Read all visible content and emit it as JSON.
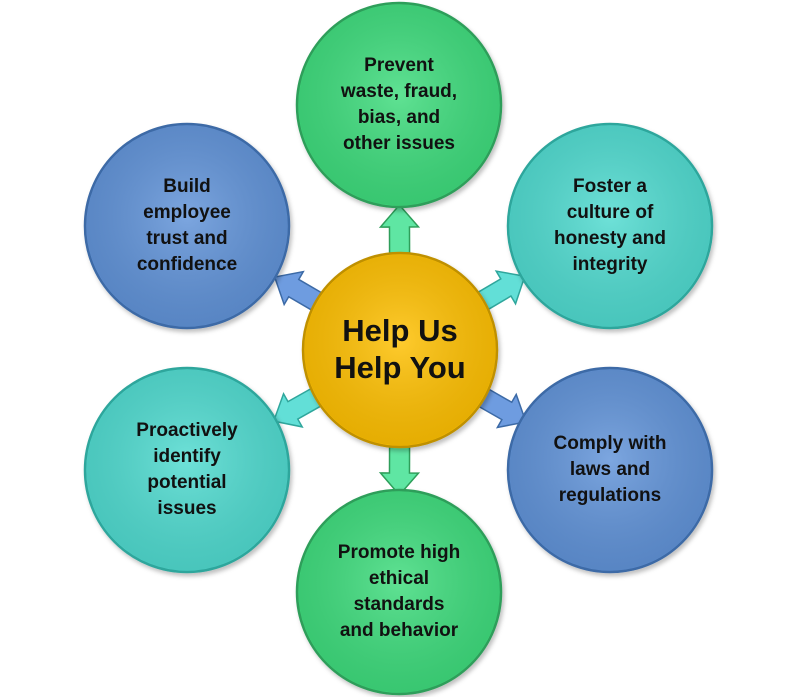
{
  "center": {
    "lines": [
      "Help Us",
      "Help You"
    ],
    "fill": "#FFC000",
    "stroke": "#BF9000"
  },
  "nodes": [
    {
      "id": "prevent",
      "lines": [
        "Prevent",
        "waste, fraud,",
        "bias, and",
        "other issues"
      ],
      "fill": "#3DDC7B",
      "stroke": "#2E9E5A",
      "arrow_color": "#5FE6A3"
    },
    {
      "id": "foster",
      "lines": [
        "Foster a",
        "culture of",
        "honesty and",
        "integrity"
      ],
      "fill": "#4FDBD0",
      "stroke": "#2FA69C",
      "arrow_color": "#62DFD7"
    },
    {
      "id": "comply",
      "lines": [
        "Comply with",
        "laws and",
        "regulations"
      ],
      "fill": "#6193D9",
      "stroke": "#3C6AA6",
      "arrow_color": "#6E9CE0"
    },
    {
      "id": "promote",
      "lines": [
        "Promote high",
        "ethical",
        "standards",
        "and behavior"
      ],
      "fill": "#3DDC7B",
      "stroke": "#2E9E5A",
      "arrow_color": "#5FE6A3"
    },
    {
      "id": "proactive",
      "lines": [
        "Proactively",
        "identify",
        "potential",
        "issues"
      ],
      "fill": "#4FDBD0",
      "stroke": "#2FA69C",
      "arrow_color": "#62DFD7"
    },
    {
      "id": "build",
      "lines": [
        "Build",
        "employee",
        "trust and",
        "confidence"
      ],
      "fill": "#6193D9",
      "stroke": "#3C6AA6",
      "arrow_color": "#6E9CE0"
    }
  ]
}
